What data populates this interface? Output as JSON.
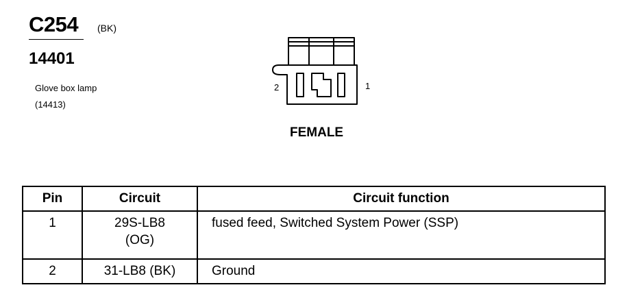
{
  "header": {
    "connector_id": "C254",
    "connector_color": "(BK)",
    "part_number": "14401",
    "component_name": "Glove box lamp",
    "component_code": "(14413)"
  },
  "connector": {
    "pin_left": "2",
    "pin_right": "1",
    "gender": "FEMALE"
  },
  "table": {
    "headers": [
      "Pin",
      "Circuit",
      "Circuit function"
    ],
    "rows": [
      {
        "pin": "1",
        "circuit_line1": "29S-LB8",
        "circuit_line2": "(OG)",
        "function": "fused feed, Switched System Power (SSP)"
      },
      {
        "pin": "2",
        "circuit_line1": "31-LB8 (BK)",
        "circuit_line2": "",
        "function": "Ground"
      }
    ]
  }
}
